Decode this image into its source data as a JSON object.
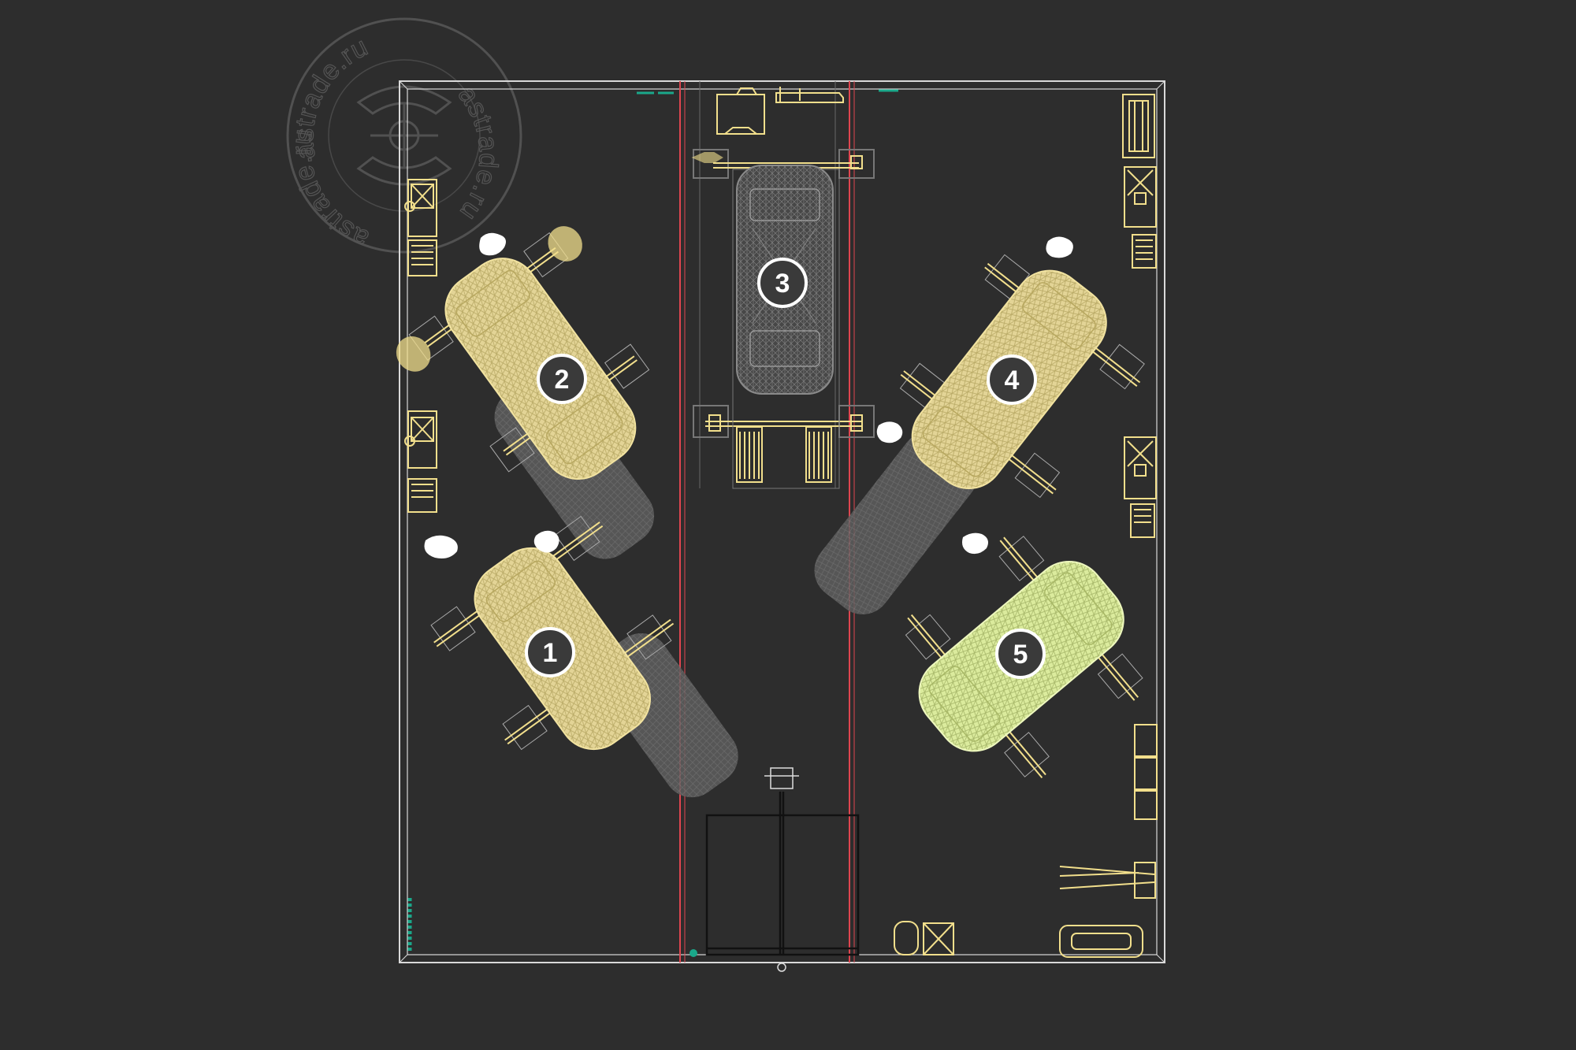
{
  "watermark": {
    "text": "astrade.ru"
  },
  "colors": {
    "background": "#2d2d2d",
    "wall": "#d9d9d9",
    "lane": "#e0454f",
    "equipment": "#f2df8c",
    "car_cream": "#eadd9f",
    "car_green": "#e4f2a6",
    "car_ghost": "#6b6b6b",
    "teal": "#1aa88a",
    "badge_bg": "#3a3a3a",
    "badge_ring": "#ffffff"
  },
  "posts": [
    {
      "label": "1"
    },
    {
      "label": "2"
    },
    {
      "label": "3"
    },
    {
      "label": "4"
    },
    {
      "label": "5"
    }
  ]
}
